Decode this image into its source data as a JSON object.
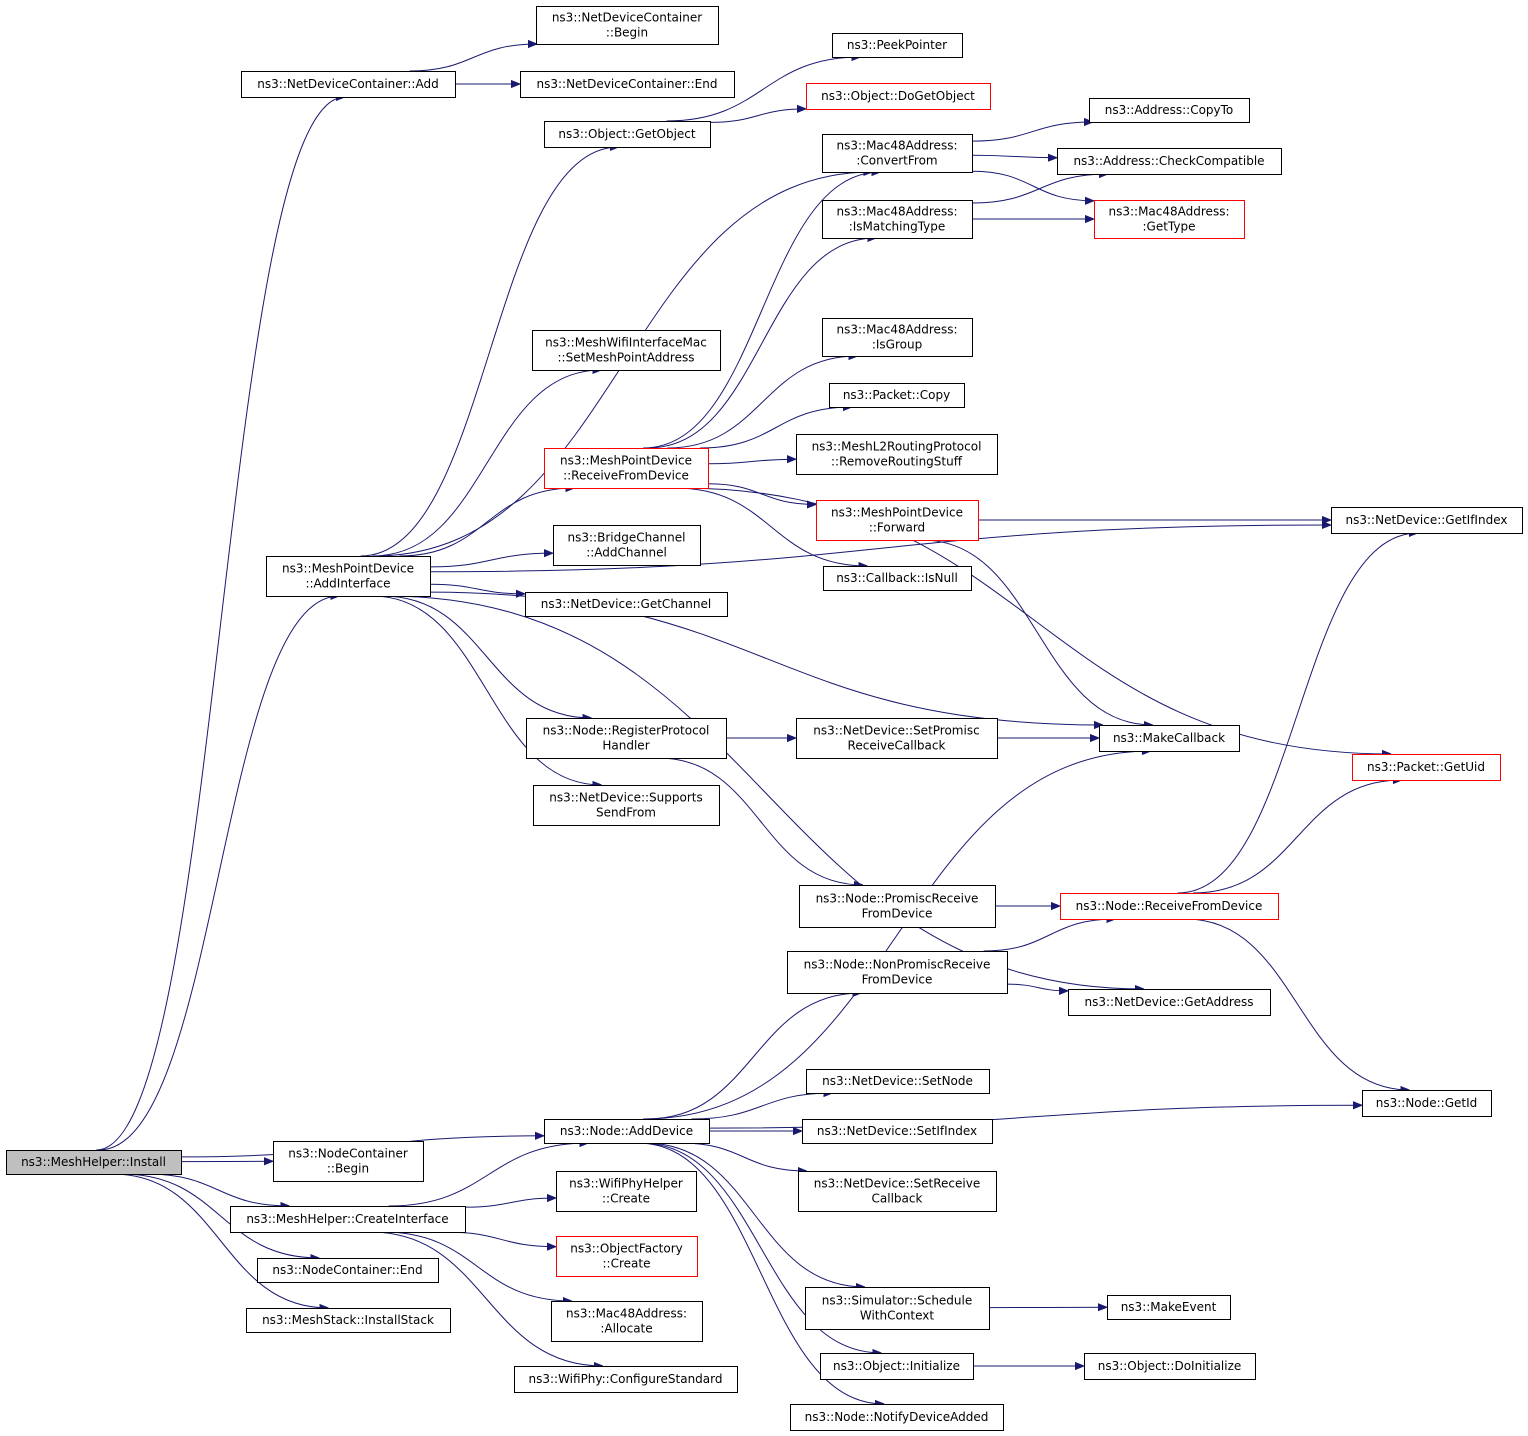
{
  "graph": {
    "nodes": [
      {
        "id": "install",
        "lines": [
          "ns3::MeshHelper::Install"
        ],
        "style": "root"
      },
      {
        "id": "ndc_add",
        "lines": [
          "ns3::NetDeviceContainer::Add"
        ]
      },
      {
        "id": "ndc_begin",
        "lines": [
          "ns3::NetDeviceContainer",
          "::Begin"
        ]
      },
      {
        "id": "ndc_end",
        "lines": [
          "ns3::NetDeviceContainer::End"
        ]
      },
      {
        "id": "peekpointer",
        "lines": [
          "ns3::PeekPointer"
        ]
      },
      {
        "id": "dogetobject",
        "lines": [
          "ns3::Object::DoGetObject"
        ],
        "style": "red"
      },
      {
        "id": "getobject",
        "lines": [
          "ns3::Object::GetObject"
        ]
      },
      {
        "id": "copyto",
        "lines": [
          "ns3::Address::CopyTo"
        ]
      },
      {
        "id": "convertfrom",
        "lines": [
          "ns3::Mac48Address:",
          ":ConvertFrom"
        ]
      },
      {
        "id": "checkcompat",
        "lines": [
          "ns3::Address::CheckCompatible"
        ]
      },
      {
        "id": "ismatching",
        "lines": [
          "ns3::Mac48Address:",
          ":IsMatchingType"
        ]
      },
      {
        "id": "gettype",
        "lines": [
          "ns3::Mac48Address:",
          ":GetType"
        ],
        "style": "red"
      },
      {
        "id": "isgroup",
        "lines": [
          "ns3::Mac48Address:",
          ":IsGroup"
        ]
      },
      {
        "id": "setmeshpoint",
        "lines": [
          "ns3::MeshWifiInterfaceMac",
          "::SetMeshPointAddress"
        ]
      },
      {
        "id": "packetcopy",
        "lines": [
          "ns3::Packet::Copy"
        ]
      },
      {
        "id": "removerouting",
        "lines": [
          "ns3::MeshL2RoutingProtocol",
          "::RemoveRoutingStuff"
        ]
      },
      {
        "id": "mpd_recv",
        "lines": [
          "ns3::MeshPointDevice",
          "::ReceiveFromDevice"
        ],
        "style": "red"
      },
      {
        "id": "mpd_forward",
        "lines": [
          "ns3::MeshPointDevice",
          "::Forward"
        ],
        "style": "red"
      },
      {
        "id": "getifindex",
        "lines": [
          "ns3::NetDevice::GetIfIndex"
        ]
      },
      {
        "id": "bridge_add",
        "lines": [
          "ns3::BridgeChannel",
          "::AddChannel"
        ]
      },
      {
        "id": "isnull",
        "lines": [
          "ns3::Callback::IsNull"
        ]
      },
      {
        "id": "addinterface",
        "lines": [
          "ns3::MeshPointDevice",
          "::AddInterface"
        ]
      },
      {
        "id": "getchannel",
        "lines": [
          "ns3::NetDevice::GetChannel"
        ]
      },
      {
        "id": "registerproto",
        "lines": [
          "ns3::Node::RegisterProtocol",
          "Handler"
        ]
      },
      {
        "id": "setpromisc",
        "lines": [
          "ns3::NetDevice::SetPromisc",
          "ReceiveCallback"
        ]
      },
      {
        "id": "makecallback",
        "lines": [
          "ns3::MakeCallback"
        ]
      },
      {
        "id": "getuid",
        "lines": [
          "ns3::Packet::GetUid"
        ],
        "style": "red"
      },
      {
        "id": "supportssend",
        "lines": [
          "ns3::NetDevice::Supports",
          "SendFrom"
        ]
      },
      {
        "id": "promiscrecv",
        "lines": [
          "ns3::Node::PromiscReceive",
          "FromDevice"
        ]
      },
      {
        "id": "node_recv",
        "lines": [
          "ns3::Node::ReceiveFromDevice"
        ],
        "style": "red"
      },
      {
        "id": "nonpromisc",
        "lines": [
          "ns3::Node::NonPromiscReceive",
          "FromDevice"
        ]
      },
      {
        "id": "getaddress",
        "lines": [
          "ns3::NetDevice::GetAddress"
        ]
      },
      {
        "id": "setnode",
        "lines": [
          "ns3::NetDevice::SetNode"
        ]
      },
      {
        "id": "getid",
        "lines": [
          "ns3::Node::GetId"
        ]
      },
      {
        "id": "adddevice",
        "lines": [
          "ns3::Node::AddDevice"
        ]
      },
      {
        "id": "setifindex",
        "lines": [
          "ns3::NetDevice::SetIfIndex"
        ]
      },
      {
        "id": "nc_begin",
        "lines": [
          "ns3::NodeContainer",
          "::Begin"
        ]
      },
      {
        "id": "setrecvcb",
        "lines": [
          "ns3::NetDevice::SetReceive",
          "Callback"
        ]
      },
      {
        "id": "wifiphy_create",
        "lines": [
          "ns3::WifiPhyHelper",
          "::Create"
        ]
      },
      {
        "id": "createinterface",
        "lines": [
          "ns3::MeshHelper::CreateInterface"
        ]
      },
      {
        "id": "objfactory_create",
        "lines": [
          "ns3::ObjectFactory",
          "::Create"
        ],
        "style": "red"
      },
      {
        "id": "nc_end",
        "lines": [
          "ns3::NodeContainer::End"
        ]
      },
      {
        "id": "schedule",
        "lines": [
          "ns3::Simulator::Schedule",
          "WithContext"
        ]
      },
      {
        "id": "makeevent",
        "lines": [
          "ns3::MakeEvent"
        ]
      },
      {
        "id": "installstack",
        "lines": [
          "ns3::MeshStack::InstallStack"
        ]
      },
      {
        "id": "allocate",
        "lines": [
          "ns3::Mac48Address:",
          ":Allocate"
        ]
      },
      {
        "id": "initialize",
        "lines": [
          "ns3::Object::Initialize"
        ]
      },
      {
        "id": "doinitialize",
        "lines": [
          "ns3::Object::DoInitialize"
        ]
      },
      {
        "id": "configstd",
        "lines": [
          "ns3::WifiPhy::ConfigureStandard"
        ]
      },
      {
        "id": "notifydev",
        "lines": [
          "ns3::Node::NotifyDeviceAdded"
        ]
      }
    ],
    "edges": [
      [
        "install",
        "ndc_add"
      ],
      [
        "install",
        "adddevice"
      ],
      [
        "install",
        "nc_begin"
      ],
      [
        "install",
        "createinterface"
      ],
      [
        "install",
        "nc_end"
      ],
      [
        "install",
        "installstack"
      ],
      [
        "install",
        "addinterface"
      ],
      [
        "ndc_add",
        "ndc_begin"
      ],
      [
        "ndc_add",
        "ndc_end"
      ],
      [
        "getobject",
        "peekpointer"
      ],
      [
        "getobject",
        "dogetobject"
      ],
      [
        "convertfrom",
        "copyto"
      ],
      [
        "convertfrom",
        "checkcompat"
      ],
      [
        "convertfrom",
        "gettype"
      ],
      [
        "ismatching",
        "checkcompat"
      ],
      [
        "ismatching",
        "gettype"
      ],
      [
        "addinterface",
        "getobject"
      ],
      [
        "addinterface",
        "convertfrom"
      ],
      [
        "addinterface",
        "setmeshpoint"
      ],
      [
        "addinterface",
        "mpd_recv"
      ],
      [
        "addinterface",
        "bridge_add"
      ],
      [
        "addinterface",
        "getchannel"
      ],
      [
        "addinterface",
        "registerproto"
      ],
      [
        "addinterface",
        "makecallback"
      ],
      [
        "addinterface",
        "supportssend"
      ],
      [
        "addinterface",
        "getaddress"
      ],
      [
        "addinterface",
        "getifindex"
      ],
      [
        "mpd_recv",
        "convertfrom"
      ],
      [
        "mpd_recv",
        "ismatching"
      ],
      [
        "mpd_recv",
        "isgroup"
      ],
      [
        "mpd_recv",
        "packetcopy"
      ],
      [
        "mpd_recv",
        "removerouting"
      ],
      [
        "mpd_recv",
        "mpd_forward"
      ],
      [
        "mpd_recv",
        "isnull"
      ],
      [
        "mpd_recv",
        "getuid"
      ],
      [
        "mpd_forward",
        "getifindex"
      ],
      [
        "mpd_forward",
        "makecallback"
      ],
      [
        "registerproto",
        "setpromisc"
      ],
      [
        "registerproto",
        "makecallback"
      ],
      [
        "registerproto",
        "promiscrecv"
      ],
      [
        "promiscrecv",
        "node_recv"
      ],
      [
        "nonpromisc",
        "node_recv"
      ],
      [
        "nonpromisc",
        "getaddress"
      ],
      [
        "node_recv",
        "getifindex"
      ],
      [
        "node_recv",
        "getuid"
      ],
      [
        "node_recv",
        "getid"
      ],
      [
        "adddevice",
        "makecallback"
      ],
      [
        "adddevice",
        "nonpromisc"
      ],
      [
        "adddevice",
        "setnode"
      ],
      [
        "adddevice",
        "setifindex"
      ],
      [
        "adddevice",
        "setrecvcb"
      ],
      [
        "adddevice",
        "getid"
      ],
      [
        "adddevice",
        "schedule"
      ],
      [
        "adddevice",
        "initialize"
      ],
      [
        "adddevice",
        "notifydev"
      ],
      [
        "createinterface",
        "adddevice"
      ],
      [
        "createinterface",
        "wifiphy_create"
      ],
      [
        "createinterface",
        "objfactory_create"
      ],
      [
        "createinterface",
        "allocate"
      ],
      [
        "createinterface",
        "configstd"
      ],
      [
        "schedule",
        "makeevent"
      ],
      [
        "initialize",
        "doinitialize"
      ]
    ]
  }
}
